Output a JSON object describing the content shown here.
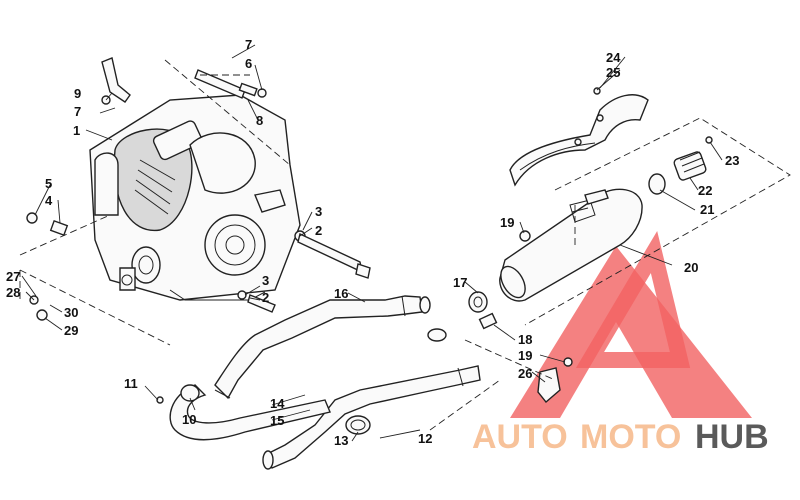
{
  "callouts": {
    "c1": "1",
    "c2a": "2",
    "c2b": "2",
    "c3a": "3",
    "c3b": "3",
    "c4": "4",
    "c5": "5",
    "c6": "6",
    "c7a": "7",
    "c7b": "7",
    "c8": "8",
    "c9": "9",
    "c10": "10",
    "c11": "11",
    "c12": "12",
    "c13": "13",
    "c14": "14",
    "c15": "15",
    "c16": "16",
    "c17": "17",
    "c18": "18",
    "c19a": "19",
    "c19b": "19",
    "c20": "20",
    "c21": "21",
    "c22": "22",
    "c23": "23",
    "c24": "24",
    "c25": "25",
    "c26": "26",
    "c27": "27",
    "c28": "28",
    "c29": "29",
    "c30": "30"
  },
  "watermark": {
    "part1": "AUTO",
    "part2": "MOTO",
    "part3": "HUB",
    "color_light": "#f7c29a",
    "color_dark": "#5a5a5a",
    "logo_color": "#ef3b3b"
  }
}
